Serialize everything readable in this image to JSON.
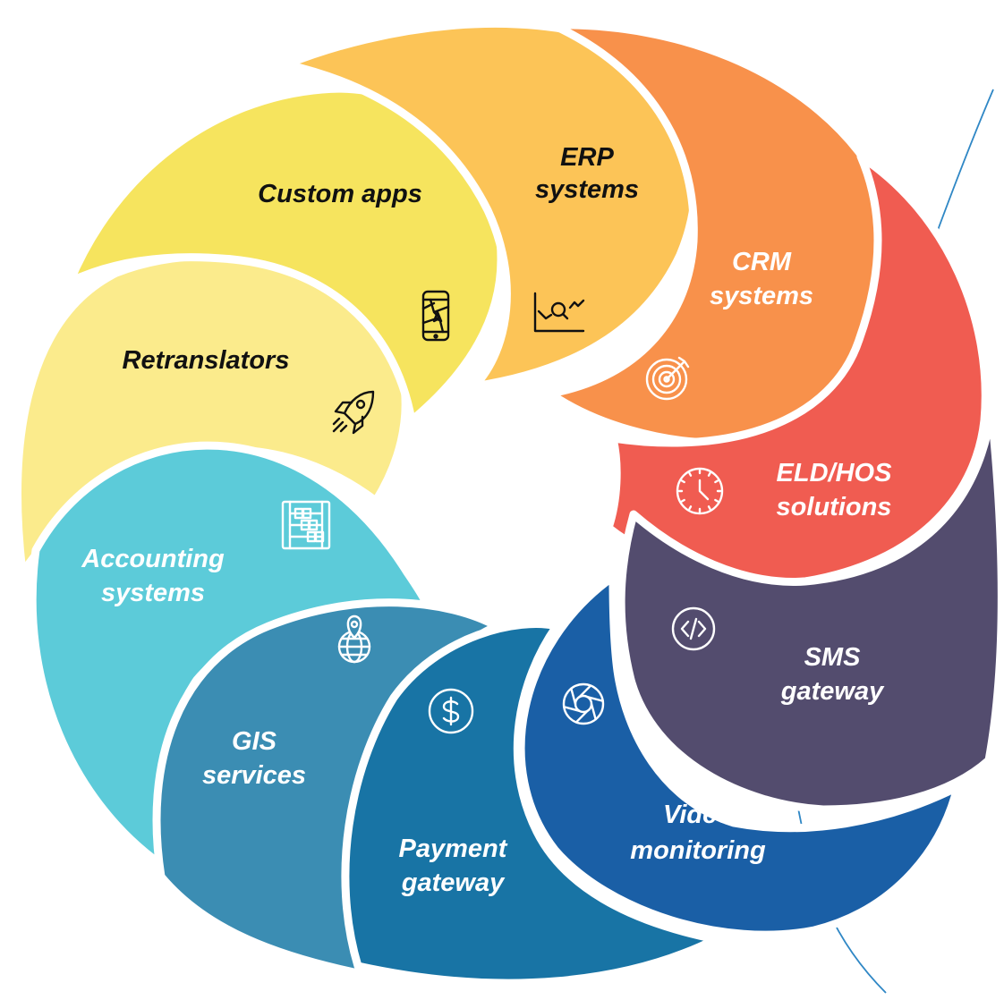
{
  "segments": [
    {
      "key": "custom-apps",
      "lines": [
        "Custom apps"
      ],
      "icon": "smartphone-map-icon",
      "fill": "#F6E45E",
      "text_color": "#111111"
    },
    {
      "key": "erp-systems",
      "lines": [
        "ERP",
        "systems"
      ],
      "icon": "chart-search-icon",
      "fill": "#FCC457",
      "text_color": "#111111"
    },
    {
      "key": "crm-systems",
      "lines": [
        "CRM",
        "systems"
      ],
      "icon": "target-icon",
      "fill": "#F8914B",
      "text_color": "#ffffff"
    },
    {
      "key": "eld-hos-solutions",
      "lines": [
        "ELD/HOS",
        "solutions"
      ],
      "icon": "clock-icon",
      "fill": "#F05C51",
      "text_color": "#ffffff"
    },
    {
      "key": "sms-gateway",
      "lines": [
        "SMS",
        "gateway"
      ],
      "icon": "code-icon",
      "fill": "#534C6E",
      "text_color": "#ffffff"
    },
    {
      "key": "video-monitoring",
      "lines": [
        "Video",
        "monitoring"
      ],
      "icon": "camera-aperture-icon",
      "fill": "#1A5FA6",
      "text_color": "#ffffff"
    },
    {
      "key": "payment-gateway",
      "lines": [
        "Payment",
        "gateway"
      ],
      "icon": "dollar-coin-icon",
      "fill": "#1874A5",
      "text_color": "#ffffff"
    },
    {
      "key": "gis-services",
      "lines": [
        "GIS",
        "services"
      ],
      "icon": "globe-pin-icon",
      "fill": "#3B8DB3",
      "text_color": "#ffffff"
    },
    {
      "key": "accounting-systems",
      "lines": [
        "Accounting",
        "systems"
      ],
      "icon": "abacus-icon",
      "fill": "#5CCBD9",
      "text_color": "#ffffff"
    },
    {
      "key": "retranslators",
      "lines": [
        "Retranslators"
      ],
      "icon": "rocket-icon",
      "fill": "#FBEB8C",
      "text_color": "#111111"
    }
  ],
  "decor_line_color": "#2F87C5"
}
